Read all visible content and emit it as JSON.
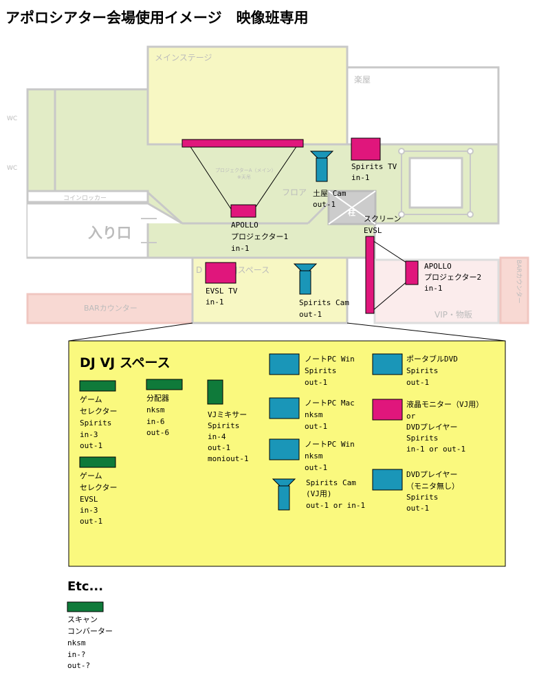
{
  "title": "アポロシアター会場使用イメージ　映像班専用",
  "colors": {
    "floor_green": "#e2ecc6",
    "stage_yellow": "#f7f7c3",
    "bar_pink": "#f8d9d3",
    "vip_pink": "#fbecec",
    "wall_gray": "#c8c8c8",
    "magenta": "#e0167c",
    "cyan": "#1a96b8",
    "green": "#0f7a3a",
    "dj_yellow": "#faf97e"
  },
  "rooms": {
    "main_stage": "メインステージ",
    "gakuya": "楽屋",
    "wc1": "WC",
    "wc2": "WC",
    "coin_locker": "コインロッカー",
    "entrance": "入り口",
    "floor": "フロア",
    "pillar": "柱",
    "dj_space_left": "D",
    "dj_space_right": "Jスペース",
    "bar_counter": "BARカウンター",
    "bar_counter_right": "BARカウンター",
    "vip": "VIP・物販",
    "proj_main_note1": "プロジェクターA（メイン）",
    "proj_main_note2": "※天吊"
  },
  "floor_devices": {
    "apollo_proj1": [
      "APOLLO",
      "プロジェクター1",
      "in-1"
    ],
    "tsuchiya_cam": [
      "土屋 Cam",
      "out-1"
    ],
    "spirits_tv": [
      "Spirits TV",
      "in-1"
    ],
    "screen_evsl": [
      "スクリーン",
      "EVSL"
    ],
    "apollo_proj2": [
      "APOLLO",
      "プロジェクター2",
      "in-1"
    ],
    "evsl_tv": [
      "EVSL TV",
      "in-1"
    ],
    "spirits_cam": [
      "Spirits Cam",
      "out-1"
    ]
  },
  "dj_vj": {
    "title": "DJ VJ スペース",
    "game_selector_spirits": [
      "ゲーム",
      "セレクター",
      "Spirits",
      "in-3",
      "out-1"
    ],
    "game_selector_evsl": [
      "ゲーム",
      "セレクター",
      "EVSL",
      "in-3",
      "out-1"
    ],
    "splitter": [
      "分配器",
      "nksm",
      "in-6",
      "out-6"
    ],
    "vj_mixer": [
      "VJミキサー",
      "Spirits",
      "in-4",
      "out-1",
      "moniout-1"
    ],
    "note_pc_win_spirits": [
      "ノートPC Win",
      "Spirits",
      "out-1"
    ],
    "note_pc_mac": [
      "ノートPC Mac",
      "nksm",
      "out-1"
    ],
    "note_pc_win_nksm": [
      "ノートPC Win",
      "nksm",
      "out-1"
    ],
    "spirits_cam_vj": [
      "Spirits Cam",
      "(VJ用)",
      "out-1 or in-1"
    ],
    "portable_dvd": [
      "ポータブルDVD",
      "Spirits",
      "out-1"
    ],
    "lcd_monitor": [
      "液晶モニター（VJ用）",
      "or",
      "DVDプレイヤー",
      "Spirits",
      "in-1 or out-1"
    ],
    "dvd_player": [
      "DVDプレイヤー",
      "（モニタ無し）",
      "Spirits",
      "out-1"
    ]
  },
  "etc": {
    "title": "Etc...",
    "scan_converter": [
      "スキャン",
      "コンバーター",
      "nksm",
      "in-?",
      "out-?"
    ]
  }
}
